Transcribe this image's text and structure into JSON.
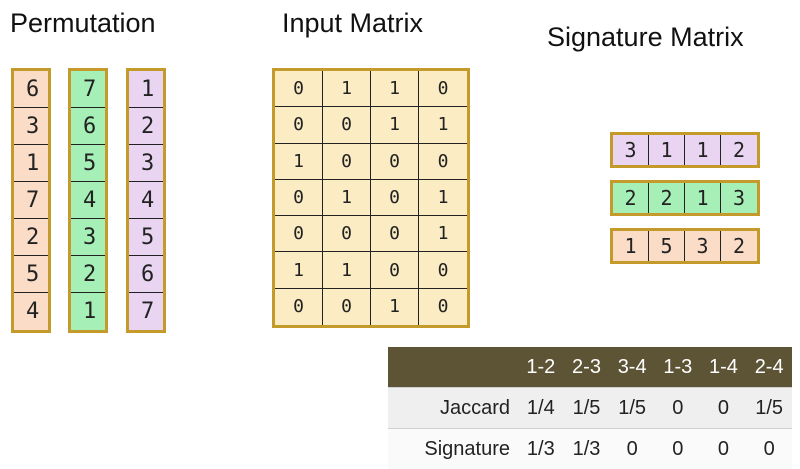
{
  "headings": {
    "permutation": "Permutation",
    "input_matrix": "Input Matrix",
    "signature_matrix": "Signature Matrix"
  },
  "colors": {
    "orange": "#fbdcc6",
    "green": "#a6f0b8",
    "purple": "#e9d5f2",
    "matrix": "#fbecc4",
    "border": "#c49a2a",
    "table_header": "#5d5436"
  },
  "permutations": [
    {
      "color": "orange",
      "values": [
        "6",
        "3",
        "1",
        "7",
        "2",
        "5",
        "4"
      ]
    },
    {
      "color": "green",
      "values": [
        "7",
        "6",
        "5",
        "4",
        "3",
        "2",
        "1"
      ]
    },
    {
      "color": "purple",
      "values": [
        "1",
        "2",
        "3",
        "4",
        "5",
        "6",
        "7"
      ]
    }
  ],
  "input_matrix": [
    [
      "0",
      "1",
      "1",
      "0"
    ],
    [
      "0",
      "0",
      "1",
      "1"
    ],
    [
      "1",
      "0",
      "0",
      "0"
    ],
    [
      "0",
      "1",
      "0",
      "1"
    ],
    [
      "0",
      "0",
      "0",
      "1"
    ],
    [
      "1",
      "1",
      "0",
      "0"
    ],
    [
      "0",
      "0",
      "1",
      "0"
    ]
  ],
  "signature_matrix": [
    {
      "color": "purple",
      "values": [
        "3",
        "1",
        "1",
        "2"
      ]
    },
    {
      "color": "green",
      "values": [
        "2",
        "2",
        "1",
        "3"
      ]
    },
    {
      "color": "orange",
      "values": [
        "1",
        "5",
        "3",
        "2"
      ]
    }
  ],
  "similarity_table": {
    "headers": [
      "",
      "1-2",
      "2-3",
      "3-4",
      "1-3",
      "1-4",
      "2-4"
    ],
    "rows": [
      {
        "label": "Jaccard",
        "values": [
          "1/4",
          "1/5",
          "1/5",
          "0",
          "0",
          "1/5"
        ]
      },
      {
        "label": "Signature",
        "values": [
          "1/3",
          "1/3",
          "0",
          "0",
          "0",
          "0"
        ]
      }
    ]
  }
}
